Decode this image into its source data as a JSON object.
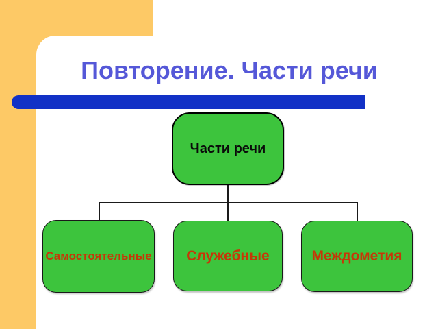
{
  "slide_title": "Повторение. Части речи",
  "diagram": {
    "root_label": "Части речи",
    "children": [
      {
        "label": "Самостоятельные"
      },
      {
        "label": "Служебные"
      },
      {
        "label": "Междометия"
      }
    ]
  },
  "colors": {
    "band_yellow": "#FDC966",
    "bar_blue": "#1231C6",
    "title_blue": "#5558D8",
    "box_green": "#3DC43D",
    "box_border_dark": "#1A1A1A",
    "child_text_red": "#C63708",
    "connector_black": "#1A1A1A"
  }
}
